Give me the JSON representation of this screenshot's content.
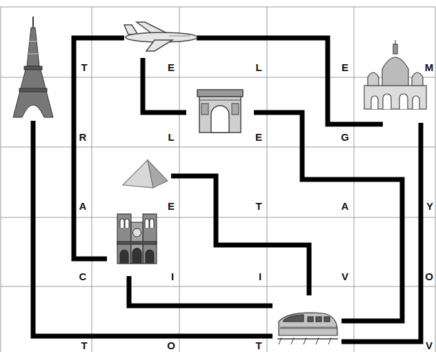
{
  "diagram": {
    "labels": [
      "T",
      "E",
      "L",
      "E",
      "M",
      "R",
      "L",
      "E",
      "G",
      "A",
      "E",
      "T",
      "A",
      "Y",
      "C",
      "I",
      "I",
      "V",
      "O",
      "T",
      "O",
      "T",
      "V"
    ]
  }
}
